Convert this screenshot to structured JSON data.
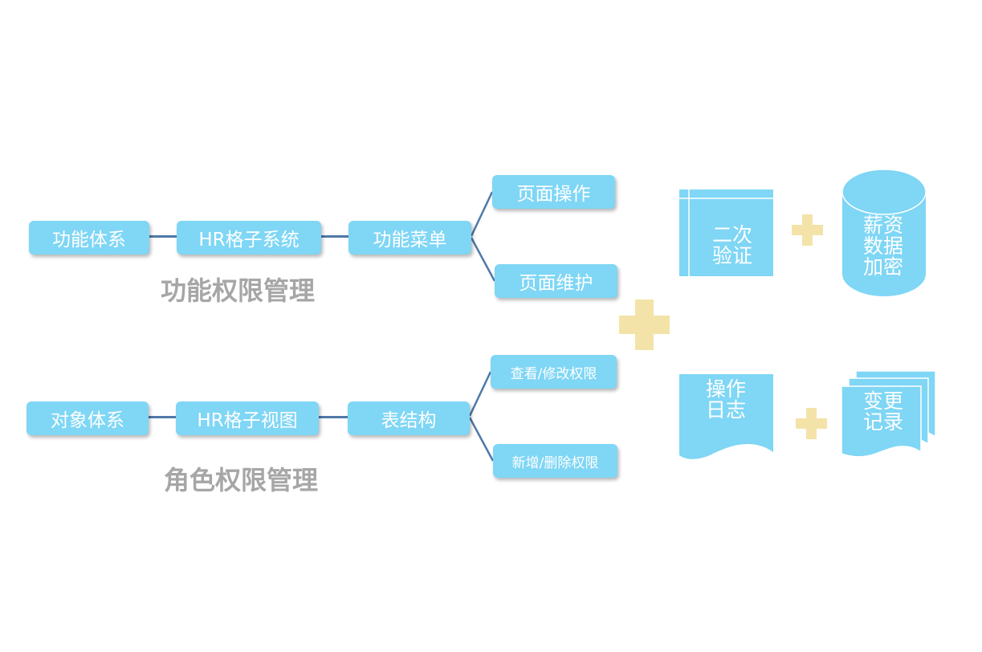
{
  "top": {
    "chain": [
      "功能体系",
      "HR格子系统",
      "功能菜单"
    ],
    "branches": [
      "页面操作",
      "页面维护"
    ],
    "title": "功能权限管理"
  },
  "bottom": {
    "chain": [
      "对象体系",
      "HR格子视图",
      "表结构"
    ],
    "branches": [
      "查看/修改权限",
      "新增/删除权限"
    ],
    "title": "角色权限管理"
  },
  "extras": {
    "two_factor": [
      "二次",
      "验证"
    ],
    "salary_encryption": [
      "薪资",
      "数据",
      "加密"
    ],
    "operation_log": [
      "操作",
      "日志"
    ],
    "change_record": [
      "变更",
      "记录"
    ]
  },
  "colors": {
    "box": "#7fd6f5",
    "connector": "#4f79a8",
    "plus": "#f4e3a8",
    "title": "#a6a6a6"
  }
}
